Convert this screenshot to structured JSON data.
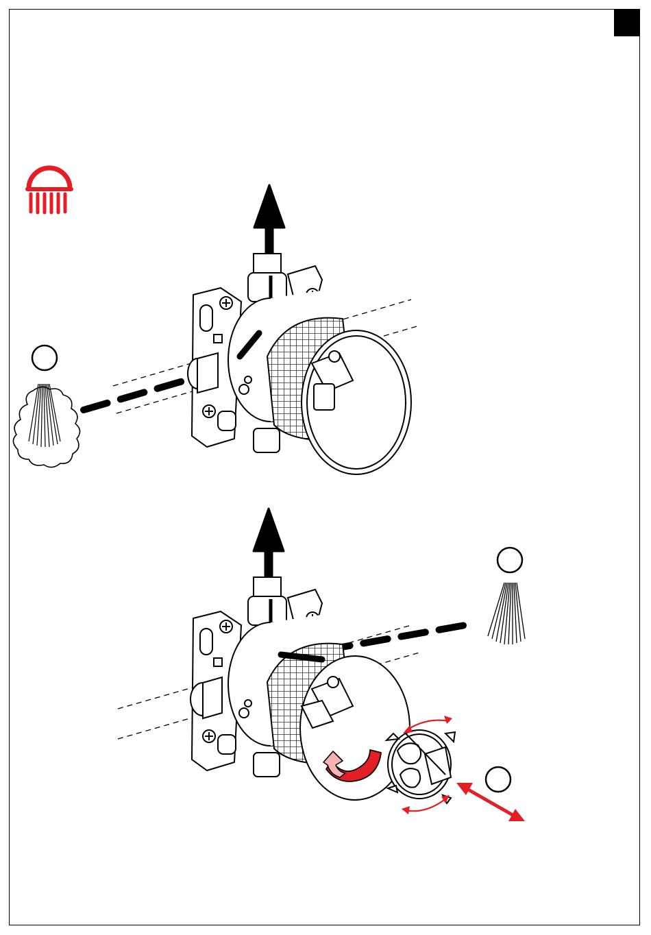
{
  "colors": {
    "ink": "#000000",
    "accent": "#e31e24",
    "accent_light": "#f5b3b3",
    "paper": "#ffffff"
  },
  "icons": {
    "top_left": "shower-head-icon",
    "step_marker": "blank-circle-icon",
    "spray_mist": "steam-spray-icon",
    "spray_jet": "water-jet-icon",
    "flow_arrow": "up-arrow-icon",
    "rotate": "rotate-arrow-icon",
    "pull": "double-arrow-icon"
  },
  "panels": [
    {
      "id": "upper",
      "outlet": "shower",
      "spray": "mist"
    },
    {
      "id": "lower",
      "outlet": "spout",
      "spray": "jet"
    }
  ]
}
